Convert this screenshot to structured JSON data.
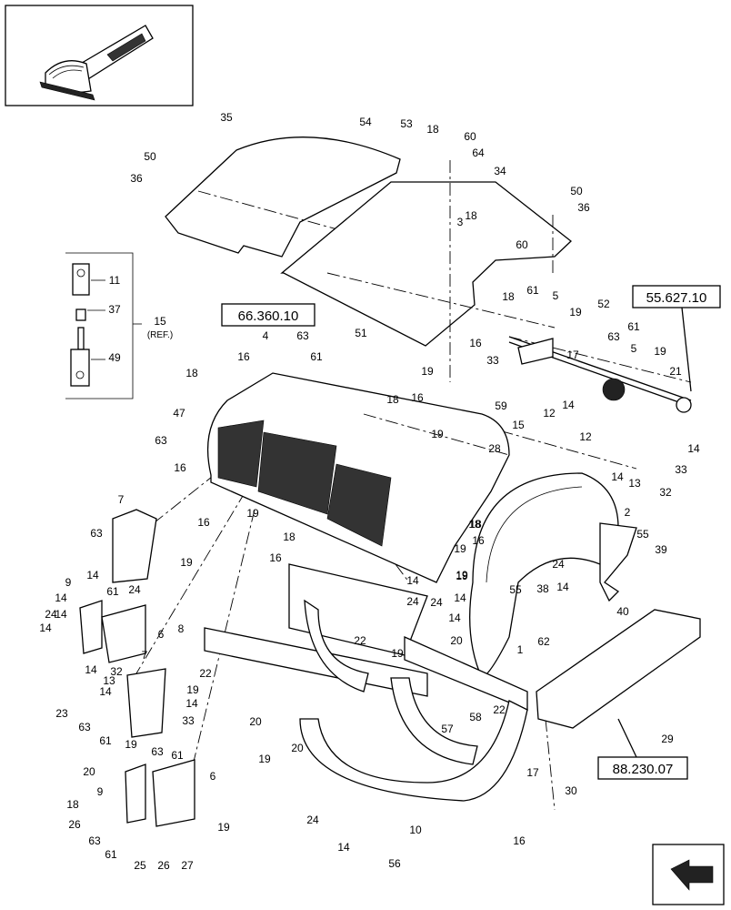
{
  "callouts": [
    {
      "id": "c1",
      "label": "35"
    },
    {
      "id": "c2",
      "label": "54"
    },
    {
      "id": "c3",
      "label": "53"
    },
    {
      "id": "c4",
      "label": "18"
    },
    {
      "id": "c5",
      "label": "60"
    },
    {
      "id": "c6",
      "label": "64"
    },
    {
      "id": "c7",
      "label": "34"
    },
    {
      "id": "c8",
      "label": "50"
    },
    {
      "id": "c9",
      "label": "36"
    },
    {
      "id": "c10",
      "label": "50"
    },
    {
      "id": "c11",
      "label": "36"
    },
    {
      "id": "c12",
      "label": "18"
    },
    {
      "id": "c13",
      "label": "3"
    },
    {
      "id": "c14",
      "label": "60"
    },
    {
      "id": "c15",
      "label": "11"
    },
    {
      "id": "c16",
      "label": "37"
    },
    {
      "id": "c17",
      "label": "15"
    },
    {
      "id": "c18",
      "label": "49"
    },
    {
      "id": "c19",
      "label": "4"
    },
    {
      "id": "c20",
      "label": "63"
    },
    {
      "id": "c21",
      "label": "61"
    },
    {
      "id": "c22",
      "label": "51"
    },
    {
      "id": "c23",
      "label": "19"
    },
    {
      "id": "c24",
      "label": "18"
    },
    {
      "id": "c25",
      "label": "16"
    },
    {
      "id": "c26",
      "label": "47"
    },
    {
      "id": "c27",
      "label": "18"
    },
    {
      "id": "c28",
      "label": "16"
    },
    {
      "id": "c29",
      "label": "19"
    },
    {
      "id": "c30",
      "label": "63"
    },
    {
      "id": "c31",
      "label": "16"
    },
    {
      "id": "c32",
      "label": "19"
    },
    {
      "id": "c33",
      "label": "28"
    },
    {
      "id": "c34",
      "label": "18"
    },
    {
      "id": "c35",
      "label": "16"
    },
    {
      "id": "c36",
      "label": "19"
    },
    {
      "id": "c37",
      "label": "18"
    },
    {
      "id": "c38",
      "label": "61"
    },
    {
      "id": "c39",
      "label": "5"
    },
    {
      "id": "c40",
      "label": "52"
    },
    {
      "id": "c41",
      "label": "19"
    },
    {
      "id": "c42",
      "label": "16"
    },
    {
      "id": "c43",
      "label": "33"
    },
    {
      "id": "c44",
      "label": "17"
    },
    {
      "id": "c45",
      "label": "59"
    },
    {
      "id": "c46",
      "label": "12"
    },
    {
      "id": "c47",
      "label": "14"
    },
    {
      "id": "c48",
      "label": "15"
    },
    {
      "id": "c49",
      "label": "63"
    },
    {
      "id": "c50",
      "label": "61"
    },
    {
      "id": "c51",
      "label": "5"
    },
    {
      "id": "c52",
      "label": "19"
    },
    {
      "id": "c53",
      "label": "21"
    },
    {
      "id": "c54",
      "label": "12"
    },
    {
      "id": "c55",
      "label": "14"
    },
    {
      "id": "c56",
      "label": "14"
    },
    {
      "id": "c57",
      "label": "13"
    },
    {
      "id": "c58",
      "label": "33"
    },
    {
      "id": "c59",
      "label": "32"
    },
    {
      "id": "c60",
      "label": "2"
    },
    {
      "id": "c61",
      "label": "55"
    },
    {
      "id": "c62",
      "label": "39"
    },
    {
      "id": "c63",
      "label": "24"
    },
    {
      "id": "c64",
      "label": "14"
    },
    {
      "id": "c65",
      "label": "38"
    },
    {
      "id": "c66",
      "label": "7"
    },
    {
      "id": "c67",
      "label": "63"
    },
    {
      "id": "c68",
      "label": "19"
    },
    {
      "id": "c69",
      "label": "61"
    },
    {
      "id": "c70",
      "label": "14"
    },
    {
      "id": "c71",
      "label": "9"
    },
    {
      "id": "c72",
      "label": "24"
    },
    {
      "id": "c73",
      "label": "14"
    },
    {
      "id": "c74",
      "label": "24"
    },
    {
      "id": "c75",
      "label": "14"
    },
    {
      "id": "c76",
      "label": "14"
    },
    {
      "id": "c77",
      "label": "6"
    },
    {
      "id": "c78",
      "label": "8"
    },
    {
      "id": "c79",
      "label": "22"
    },
    {
      "id": "c80",
      "label": "19"
    },
    {
      "id": "c81",
      "label": "20"
    },
    {
      "id": "c82",
      "label": "1"
    },
    {
      "id": "c83",
      "label": "40"
    },
    {
      "id": "c84",
      "label": "62"
    },
    {
      "id": "c85",
      "label": "55"
    },
    {
      "id": "c86",
      "label": "24"
    },
    {
      "id": "c87",
      "label": "14"
    },
    {
      "id": "c88",
      "label": "18"
    },
    {
      "id": "c89",
      "label": "16"
    },
    {
      "id": "c90",
      "label": "19"
    },
    {
      "id": "c91",
      "label": "18"
    },
    {
      "id": "c92",
      "label": "32"
    },
    {
      "id": "c93",
      "label": "14"
    },
    {
      "id": "c94",
      "label": "23"
    },
    {
      "id": "c95",
      "label": "7"
    },
    {
      "id": "c96",
      "label": "13"
    },
    {
      "id": "c97",
      "label": "14"
    },
    {
      "id": "c98",
      "label": "19"
    },
    {
      "id": "c99",
      "label": "14"
    },
    {
      "id": "c100",
      "label": "63"
    },
    {
      "id": "c101",
      "label": "33"
    },
    {
      "id": "c102",
      "label": "61"
    },
    {
      "id": "c103",
      "label": "19"
    },
    {
      "id": "c104",
      "label": "22"
    },
    {
      "id": "c105",
      "label": "20"
    },
    {
      "id": "c106",
      "label": "20"
    },
    {
      "id": "c107",
      "label": "22"
    },
    {
      "id": "c108",
      "label": "58"
    },
    {
      "id": "c109",
      "label": "57"
    },
    {
      "id": "c110",
      "label": "29"
    },
    {
      "id": "c111",
      "label": "19"
    },
    {
      "id": "c112",
      "label": "63"
    },
    {
      "id": "c113",
      "label": "61"
    },
    {
      "id": "c114",
      "label": "20"
    },
    {
      "id": "c115",
      "label": "6"
    },
    {
      "id": "c116",
      "label": "9"
    },
    {
      "id": "c117",
      "label": "18"
    },
    {
      "id": "c118",
      "label": "26"
    },
    {
      "id": "c119",
      "label": "63"
    },
    {
      "id": "c120",
      "label": "61"
    },
    {
      "id": "c121",
      "label": "19"
    },
    {
      "id": "c122",
      "label": "24"
    },
    {
      "id": "c123",
      "label": "17"
    },
    {
      "id": "c124",
      "label": "30"
    },
    {
      "id": "c125",
      "label": "10"
    },
    {
      "id": "c126",
      "label": "14"
    },
    {
      "id": "c127",
      "label": "56"
    },
    {
      "id": "c128",
      "label": "16"
    },
    {
      "id": "c129",
      "label": "25"
    },
    {
      "id": "c130",
      "label": "26"
    },
    {
      "id": "c131",
      "label": "27"
    },
    {
      "id": "c132",
      "label": "19"
    },
    {
      "id": "c133",
      "label": "14"
    },
    {
      "id": "c134",
      "label": "24"
    },
    {
      "id": "c135",
      "label": "14"
    },
    {
      "id": "c136",
      "label": "16"
    }
  ],
  "references": {
    "ref_a": "66.360.10",
    "ref_b": "55.627.10",
    "ref_c": "88.230.07"
  },
  "inset_callout_ref": "(REF.)"
}
